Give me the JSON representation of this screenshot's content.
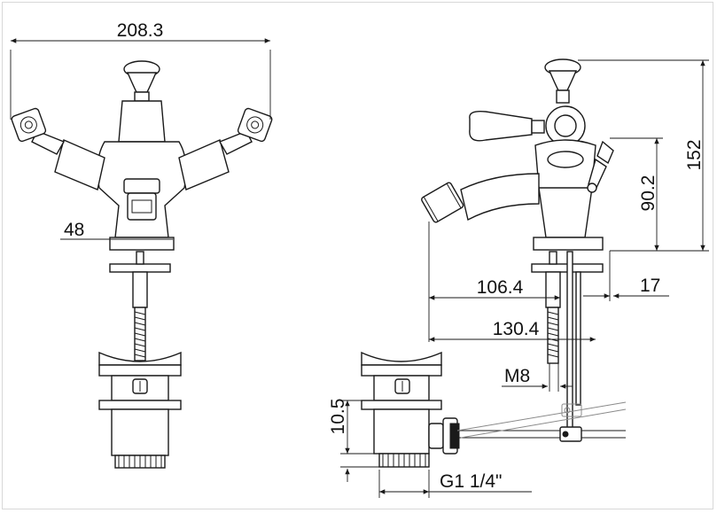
{
  "dimensions": {
    "overall_width": "208.3",
    "base_width": "48",
    "height_total": "152",
    "spout_height": "90.2",
    "spout_reach": "106.4",
    "lever_reach": "130.4",
    "lever_offset": "17",
    "thread": "M8",
    "waste_height": "10.5",
    "waste_thread": "G1 1/4\""
  },
  "colors": {
    "line": "#1a1a1a",
    "background": "#ffffff",
    "ghost": "#8a8a8a"
  }
}
